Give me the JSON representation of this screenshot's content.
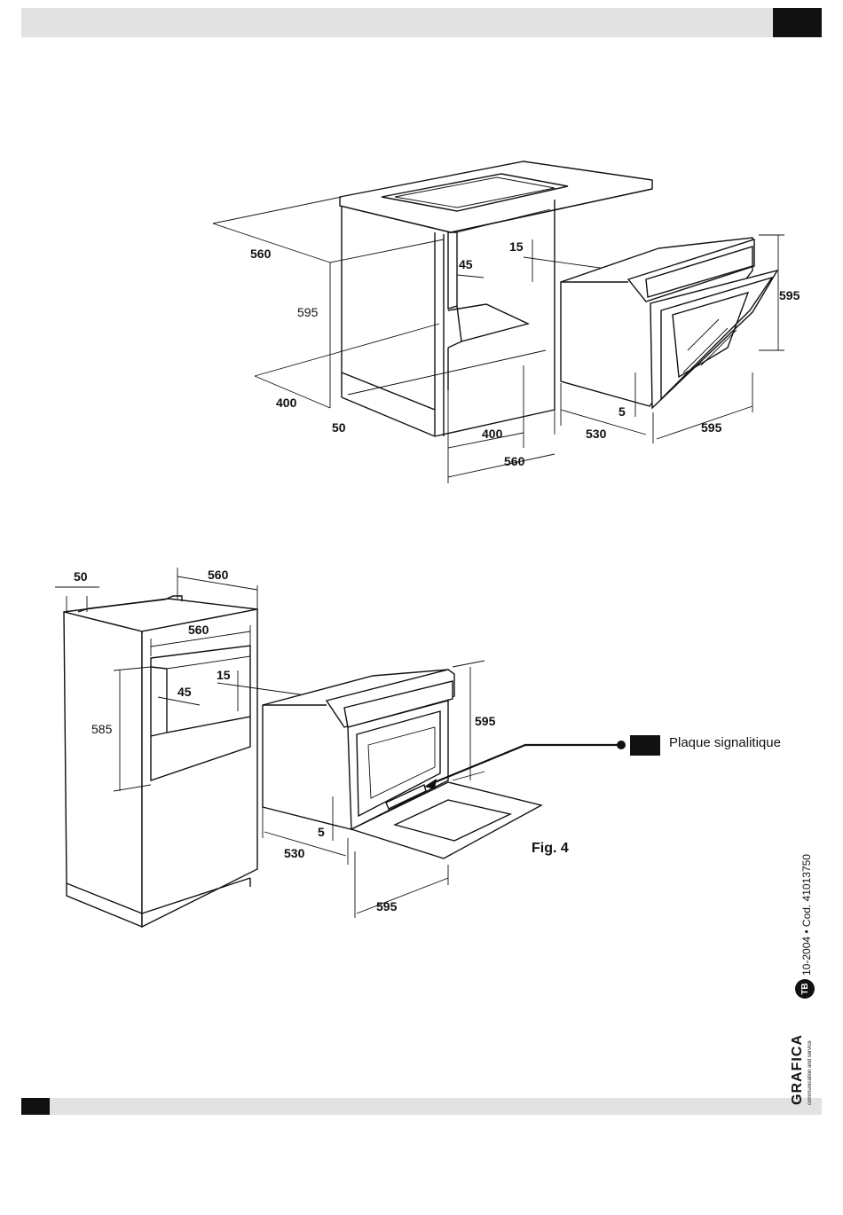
{
  "figure_label": "Fig. 4",
  "plate_label": "Plaque signalitique",
  "doc_code": "10-2004 • Cod. 41013750",
  "logo": {
    "name": "GRAFICA",
    "subtitle": "communication and service",
    "badge": "TB"
  },
  "top_drawing": {
    "dims": {
      "d560_left": "560",
      "d595_left": "595",
      "d15": "15",
      "d45": "45",
      "d400_left": "400",
      "d50": "50",
      "d400_bottom": "400",
      "d560_bottom": "560",
      "d595_right": "595",
      "d5": "5",
      "d530": "530",
      "d595_width": "595"
    }
  },
  "bottom_drawing": {
    "dims": {
      "d50": "50",
      "d560_top": "560",
      "d560_inner": "560",
      "d15": "15",
      "d45": "45",
      "d585": "585",
      "d595_height": "595",
      "d5": "5",
      "d530": "530",
      "d595_width": "595"
    }
  }
}
